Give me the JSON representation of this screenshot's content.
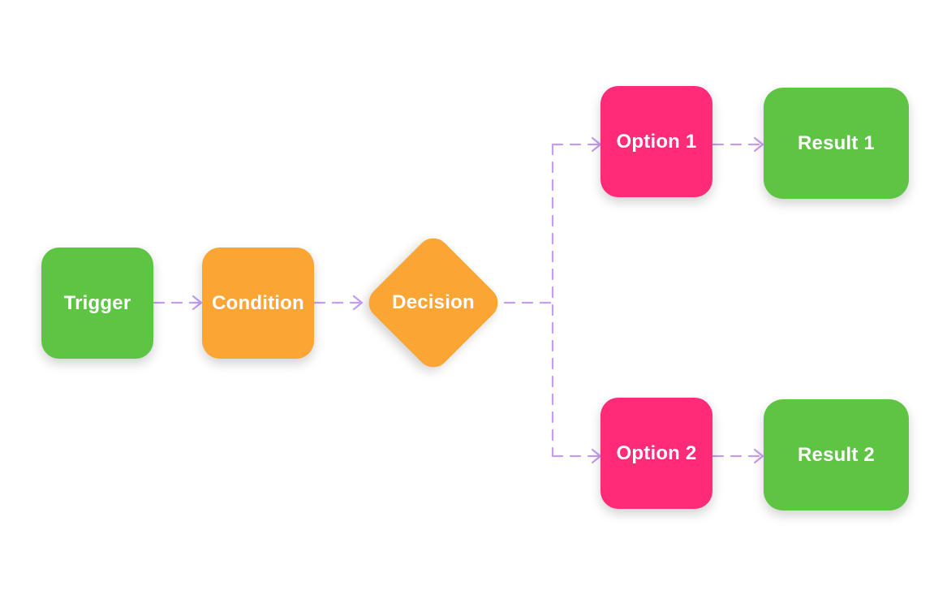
{
  "colors": {
    "trigger": "#5ec443",
    "condition": "#fba535",
    "decision": "#fba535",
    "option": "#ff2a78",
    "result": "#5ec443",
    "connector": "#c49df0"
  },
  "nodes": {
    "trigger": {
      "label": "Trigger",
      "shape": "rounded-square",
      "color": "#5ec443"
    },
    "condition": {
      "label": "Condition",
      "shape": "rounded-square",
      "color": "#fba535"
    },
    "decision": {
      "label": "Decision",
      "shape": "diamond",
      "color": "#fba535"
    },
    "option1": {
      "label": "Option 1",
      "shape": "rounded-square",
      "color": "#ff2a78"
    },
    "option2": {
      "label": "Option 2",
      "shape": "rounded-square",
      "color": "#ff2a78"
    },
    "result1": {
      "label": "Result 1",
      "shape": "rounded-rectangle",
      "color": "#5ec443"
    },
    "result2": {
      "label": "Result 2",
      "shape": "rounded-rectangle",
      "color": "#5ec443"
    }
  },
  "edges": [
    {
      "from": "trigger",
      "to": "condition",
      "style": "dashed-arrow"
    },
    {
      "from": "condition",
      "to": "decision",
      "style": "dashed-arrow"
    },
    {
      "from": "decision",
      "to": "option1",
      "style": "dashed-arrow"
    },
    {
      "from": "decision",
      "to": "option2",
      "style": "dashed-arrow"
    },
    {
      "from": "option1",
      "to": "result1",
      "style": "dashed-arrow"
    },
    {
      "from": "option2",
      "to": "result2",
      "style": "dashed-arrow"
    }
  ]
}
